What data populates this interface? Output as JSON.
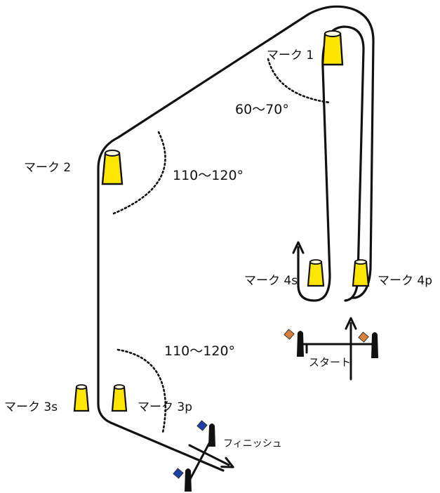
{
  "marks": {
    "mark1": "マーク 1",
    "mark2": "マーク 2",
    "mark3s": "マーク 3s",
    "mark3p": "マーク 3p",
    "mark4s": "マーク 4s",
    "mark4p": "マーク 4p"
  },
  "angles": {
    "mark1": "60～70°",
    "mark2": "110～120°",
    "mark3": "110～120°"
  },
  "labels": {
    "start": "スタート",
    "finish": "フィニッシュ"
  },
  "colors": {
    "buoy_fill": "#ffe600",
    "line": "#111111",
    "start_flag": "#d9813a",
    "finish_flag": "#1f3fa8",
    "boat": "#111111"
  },
  "icons": {
    "buoy": "buoy-icon",
    "boat": "committee-boat-icon",
    "flag": "flag-icon"
  }
}
